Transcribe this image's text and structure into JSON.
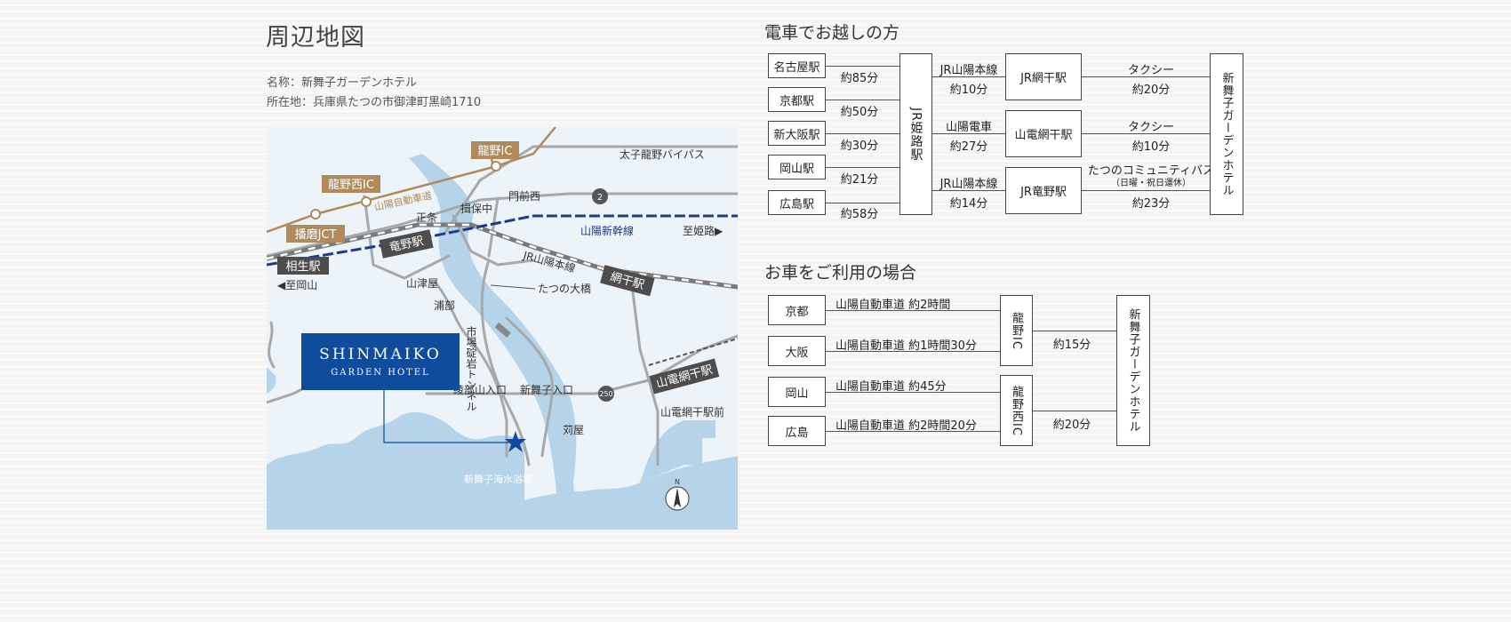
{
  "page_title": "周辺地図",
  "hotel_info": {
    "name": "名称：新舞子ガーデンホテル",
    "address": "所在地：兵庫県たつの市御津町黒崎1710"
  },
  "map": {
    "logo": {
      "line1": "SHINMAIKO",
      "line2": "GARDEN HOTEL"
    },
    "labels": {
      "tatsuno_ic": "龍野IC",
      "tatsuno_nishi_ic": "龍野西IC",
      "harima_jct": "播磨JCT",
      "sanyo_expressway": "山陽自動車道",
      "taishi_bypass": "太子龍野バイパス",
      "route2": "2",
      "monmaenishi": "門前西",
      "ibohonaka": "揖保中",
      "shojo": "正条",
      "tatsuno_station": "竜野駅",
      "aioi_station": "相生駅",
      "shinkansen": "山陽新幹線",
      "to_himeji": "至姫路▶",
      "to_okayama": "◀至岡山",
      "sanyo_main_line": "JR山陽本線",
      "aboshi_station": "網干駅",
      "yamatsuya": "山津屋",
      "tatsuno_ohashi": "たつの大橋",
      "urabe": "浦部",
      "ichiba_tunnel": "市場碇岩トンネル",
      "sanden_aboshi": "山電網干駅",
      "ayabeyama": "綾部山入口",
      "shinmaiko_iriguchi": "新舞子入口",
      "karaya": "苅屋",
      "route250": "250",
      "sanden_aboshi_mae": "山電網干駅前",
      "beach": "新舞子海水浴場",
      "north": "N"
    }
  },
  "train": {
    "title": "電車でお越しの方",
    "origins": [
      {
        "name": "名古屋駅",
        "time": "約85分"
      },
      {
        "name": "京都駅",
        "time": "約50分"
      },
      {
        "name": "新大阪駅",
        "time": "約30分"
      },
      {
        "name": "岡山駅",
        "time": "約21分"
      },
      {
        "name": "広島駅",
        "time": "約58分"
      }
    ],
    "hub": "JR姫路駅",
    "routes": [
      {
        "line": "JR山陽本線",
        "line_time": "約10分",
        "station": "JR網干駅",
        "mode": "タクシー",
        "mode_note": "",
        "mode_time": "約20分"
      },
      {
        "line": "山陽電車",
        "line_time": "約27分",
        "station": "山電網干駅",
        "mode": "タクシー",
        "mode_note": "",
        "mode_time": "約10分"
      },
      {
        "line": "JR山陽本線",
        "line_time": "約14分",
        "station": "JR竜野駅",
        "mode": "たつのコミュニティバス",
        "mode_note": "（日曜・祝日運休）",
        "mode_time": "約23分"
      }
    ],
    "destination": "新舞子ガーデンホテル"
  },
  "car": {
    "title": "お車をご利用の場合",
    "origins": [
      {
        "name": "京都",
        "route": "山陽自動車道 約2時間"
      },
      {
        "name": "大阪",
        "route": "山陽自動車道 約1時間30分"
      },
      {
        "name": "岡山",
        "route": "山陽自動車道 約45分"
      },
      {
        "name": "広島",
        "route": "山陽自動車道 約2時間20分"
      }
    ],
    "interchanges": [
      {
        "name": "龍野IC",
        "time": "約15分"
      },
      {
        "name": "龍野西IC",
        "time": "約20分"
      }
    ],
    "destination": "新舞子ガーデンホテル"
  },
  "colors": {
    "sea": "#b5d4ea",
    "land": "#ecf3f9",
    "expressway": "#b08a5a",
    "road": "#a6a8aa",
    "shinkansen": "#1d3a8a",
    "logo_bg": "#0f4c9c",
    "label_dark": "#4d4d4d"
  }
}
